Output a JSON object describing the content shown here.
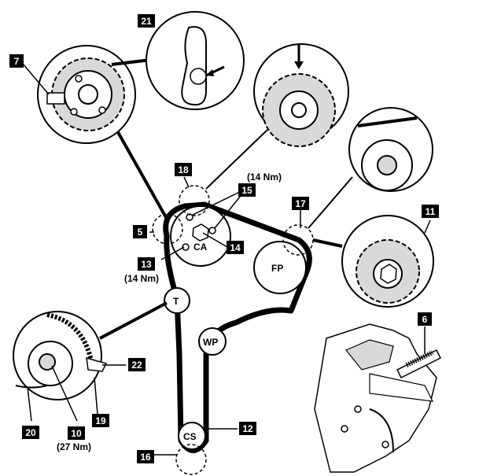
{
  "callouts": {
    "c5": "5",
    "c6": "6",
    "c7": "7",
    "c10": "10",
    "c11": "11",
    "c12": "12",
    "c13": "13",
    "c14": "14",
    "c15": "15",
    "c16": "16",
    "c17": "17",
    "c18": "18",
    "c19": "19",
    "c20": "20",
    "c21": "21",
    "c22": "22"
  },
  "pulleys": {
    "camshaft": "CA",
    "fuel_pump": "FP",
    "tensioner": "T",
    "water_pump": "WP",
    "crankshaft": "CS"
  },
  "torques": {
    "camshaft_bolts_top": "(14 Nm)",
    "camshaft_bolts_left": "(14 Nm)",
    "tensioner_nut": "(27 Nm)"
  },
  "colors": {
    "ink": "#000000",
    "paper": "#ffffff",
    "shade": "#d9d9d9"
  }
}
